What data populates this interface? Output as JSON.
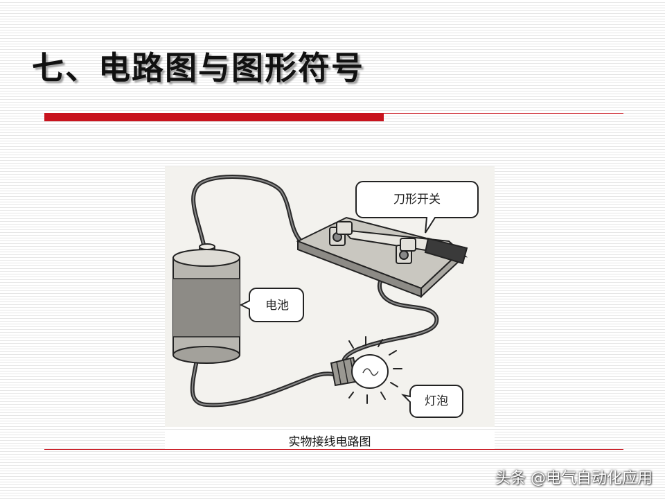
{
  "slide": {
    "title": "七、电路图与图形符号",
    "caption": "实物接线电路图",
    "footer_watermark": "头条 @电气自动化应用"
  },
  "figure": {
    "labels": {
      "knife_switch": "刀形开关",
      "battery": "电池",
      "bulb": "灯泡"
    }
  },
  "colors": {
    "accent_red": "#c8141e",
    "line_pattern": "#e6e6e6"
  }
}
